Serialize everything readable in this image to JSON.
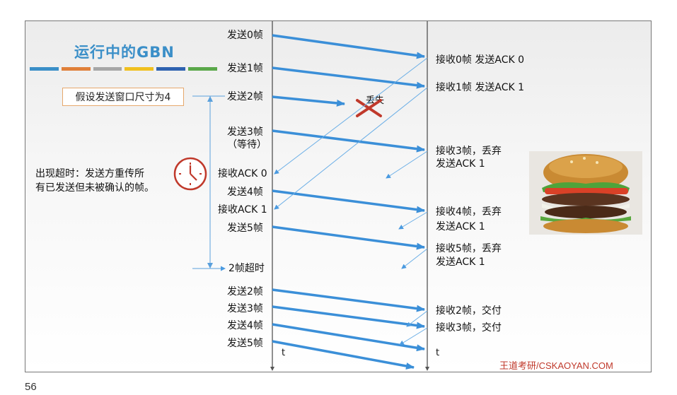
{
  "title": "运行中的GBN",
  "colors": [
    "#3b8fc8",
    "#e0803a",
    "#a6a6a6",
    "#f0c020",
    "#2e62b0",
    "#5aa84a"
  ],
  "assume_window": "假设发送窗口尺寸为4",
  "timeout_note": "出现超时：发送方重传所\n有已发送但未被确认的帧。",
  "lost": "丢失",
  "sender": [
    {
      "text": "发送0帧"
    },
    {
      "text": "发送1帧"
    },
    {
      "text": "发送2帧"
    },
    {
      "text": "发送3帧"
    },
    {
      "text": "（等待）"
    },
    {
      "text": "接收ACK 0"
    },
    {
      "text": "发送4帧"
    },
    {
      "text": "接收ACK 1"
    },
    {
      "text": "发送5帧"
    },
    {
      "text": "2帧超时"
    },
    {
      "text": "发送2帧"
    },
    {
      "text": "发送3帧"
    },
    {
      "text": "发送4帧"
    },
    {
      "text": "发送5帧"
    }
  ],
  "receiver": [
    {
      "text": "接收0帧 发送ACK 0"
    },
    {
      "text": "接收1帧  发送ACK 1"
    },
    {
      "text": "接收3帧，丢弃"
    },
    {
      "text": "发送ACK 1"
    },
    {
      "text": "接收4帧，丢弃"
    },
    {
      "text": "发送ACK 1"
    },
    {
      "text": "接收5帧，丢弃"
    },
    {
      "text": "发送ACK 1"
    },
    {
      "text": "接收2帧，交付"
    },
    {
      "text": "接收3帧，交付"
    }
  ],
  "t_sender": "t",
  "t_receiver": "t",
  "footer": "王道考研/CSKAOYAN.COM",
  "page_number": "56"
}
